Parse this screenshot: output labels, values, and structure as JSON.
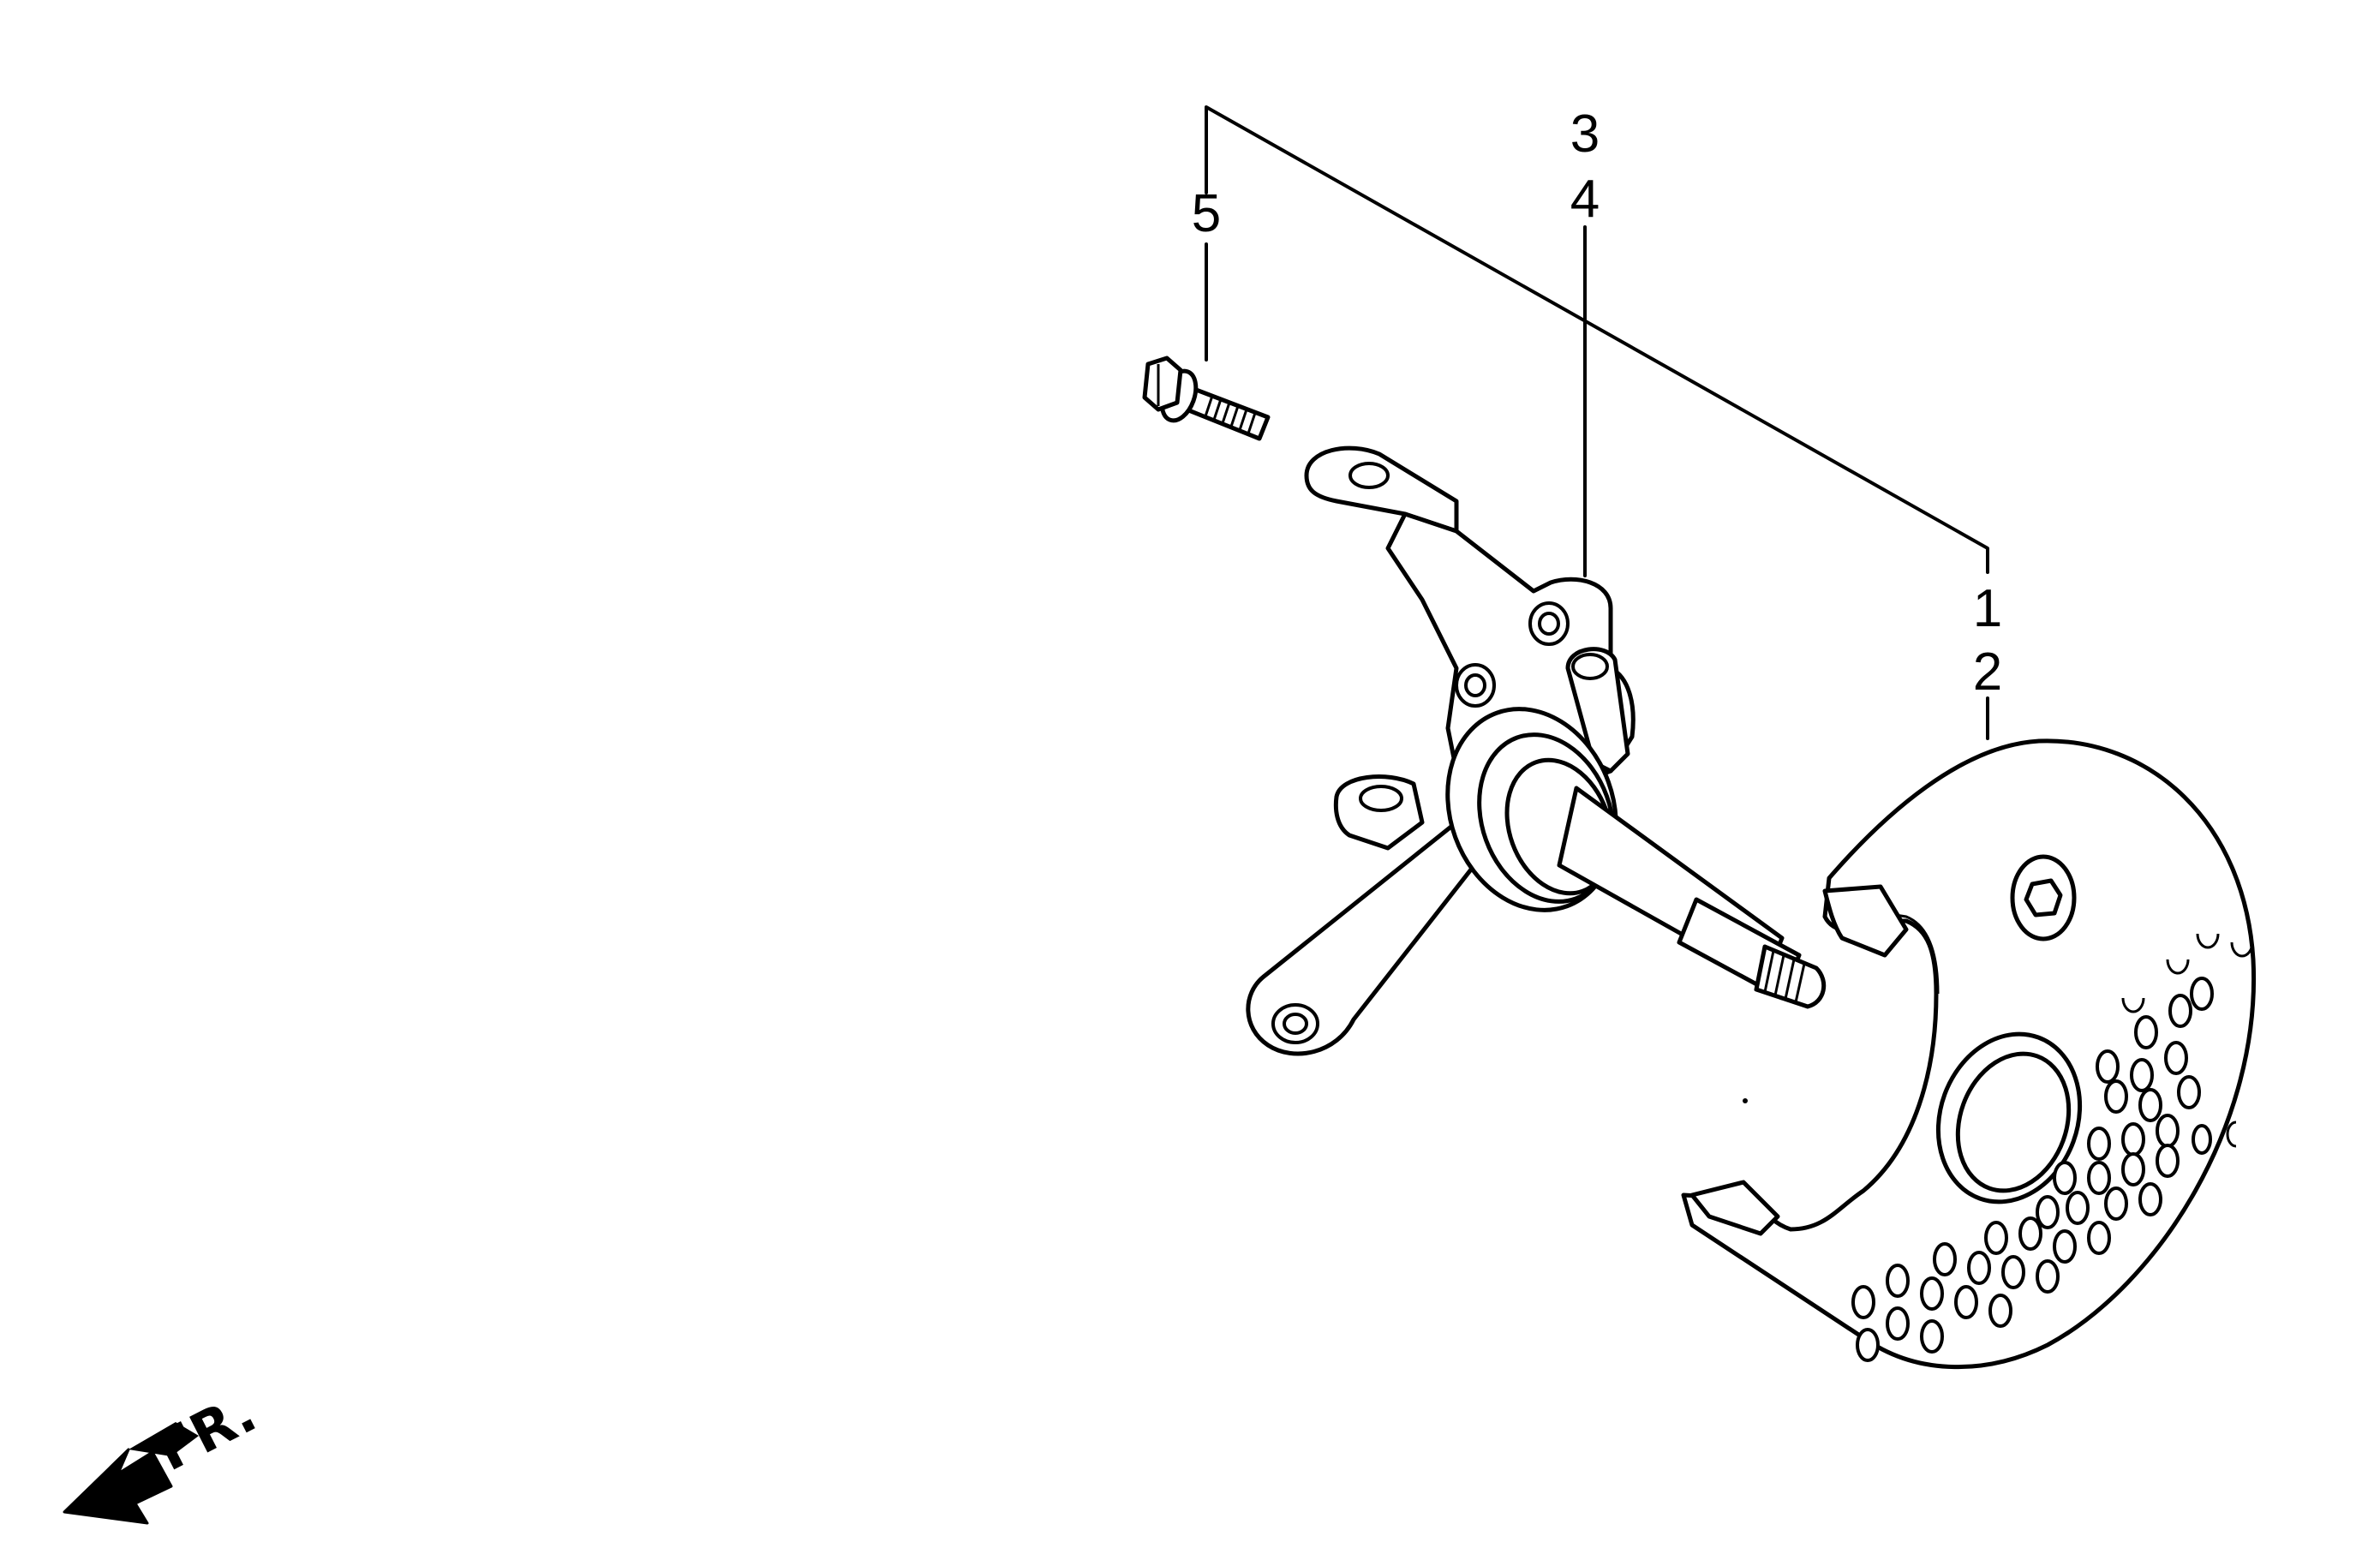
{
  "callouts": [
    {
      "id": "1",
      "label": "1"
    },
    {
      "id": "2",
      "label": "2"
    },
    {
      "id": "3",
      "label": "3"
    },
    {
      "id": "4",
      "label": "4"
    },
    {
      "id": "5",
      "label": "5"
    }
  ],
  "direction_indicator": {
    "label": "FR.",
    "icon": "front-arrow-icon"
  }
}
